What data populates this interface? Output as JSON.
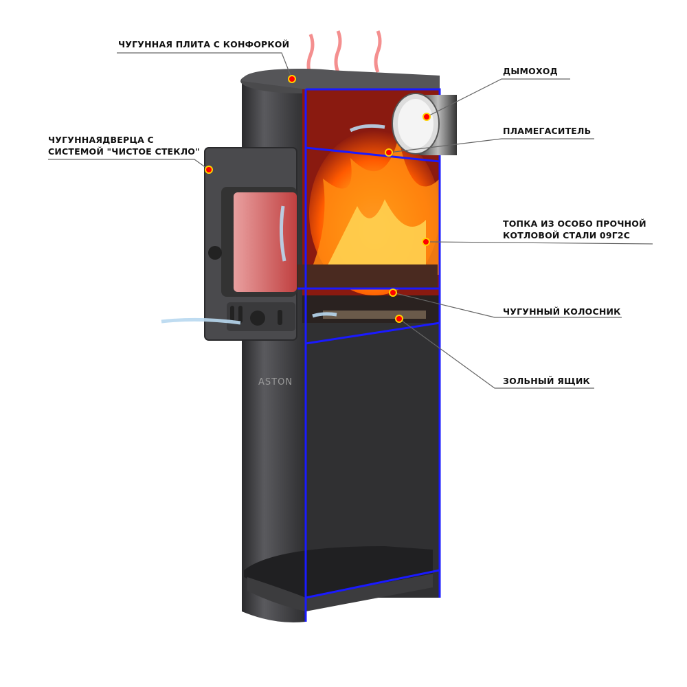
{
  "brand": "ASTON",
  "labels": {
    "cooktop": "ЧУГУННАЯ ПЛИТА С КОНФОРКОЙ",
    "door_line1": "ЧУГУННАЯДВЕРЦА С",
    "door_line2": "СИСТЕМОЙ \"ЧИСТОЕ СТЕКЛО\"",
    "chimney": "ДЫМОХОД",
    "flame_arrester": "ПЛАМЕГАСИТЕЛЬ",
    "firebox_line1": "ТОПКА ИЗ ОСОБО ПРОЧНОЙ",
    "firebox_line2": "КОТЛОВОЙ СТАЛИ 09Г2С",
    "grate": "ЧУГУННЫЙ КОЛОСНИК",
    "ash_box": "ЗОЛЬНЫЙ ЯЩИК"
  },
  "colors": {
    "body": "#3a3a3c",
    "cut_edge": "#1a1aff",
    "marker": "#ff0000",
    "marker_ring": "#ffd200",
    "interior": "#8a1a10"
  }
}
